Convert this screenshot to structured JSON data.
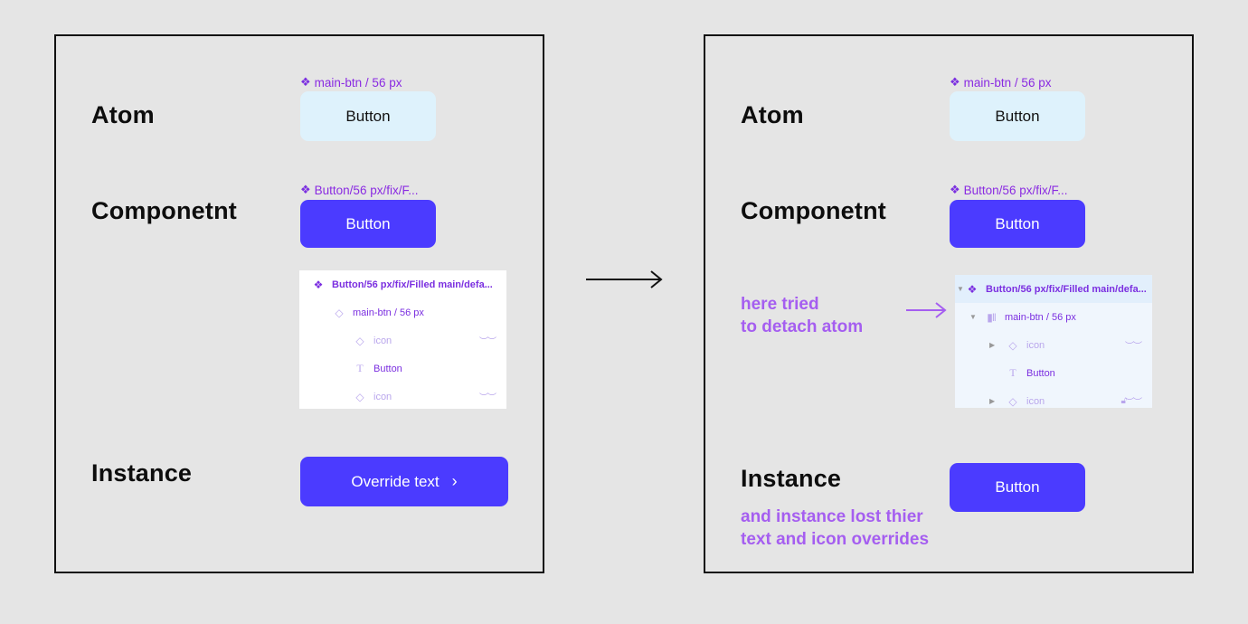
{
  "left": {
    "atom_label": "Atom",
    "component_label": "Componetnt",
    "instance_label": "Instance",
    "atom_name": "main-btn / 56 px",
    "atom_button": "Button",
    "component_name": "Button/56 px/fix/F...",
    "component_button": "Button",
    "instance_button": "Override text",
    "layers": [
      {
        "icon": "component-icon",
        "text": "Button/56 px/fix/Filled main/defa..."
      },
      {
        "icon": "instance-icon",
        "text": "main-btn / 56 px"
      },
      {
        "icon": "instance-icon",
        "text": "icon",
        "hidden": true
      },
      {
        "icon": "text-icon",
        "text": "Button"
      },
      {
        "icon": "instance-icon",
        "text": "icon",
        "hidden": true
      }
    ]
  },
  "right": {
    "atom_label": "Atom",
    "component_label": "Componetnt",
    "instance_label": "Instance",
    "atom_name": "main-btn / 56 px",
    "atom_button": "Button",
    "component_name": "Button/56 px/fix/F...",
    "component_button": "Button",
    "instance_button": "Button",
    "note_detach_line1": "here tried",
    "note_detach_line2": "to detach atom",
    "note_lost_line1": "and instance lost thier",
    "note_lost_line2": "text and icon overrides",
    "layers": [
      {
        "icon": "component-icon",
        "text": "Button/56 px/fix/Filled main/defa..."
      },
      {
        "icon": "frame-icon",
        "text": "main-btn / 56 px"
      },
      {
        "icon": "instance-icon",
        "text": "icon",
        "hidden": true
      },
      {
        "icon": "text-icon",
        "text": "Button"
      },
      {
        "icon": "instance-icon",
        "text": "icon",
        "hidden": true,
        "locked": true
      }
    ]
  },
  "colors": {
    "background": "#e5e5e5",
    "primary_button": "#4b3bff",
    "atom_button": "#def2fc",
    "component_purple": "#7b2fe0",
    "note_purple": "#a55ef0"
  }
}
